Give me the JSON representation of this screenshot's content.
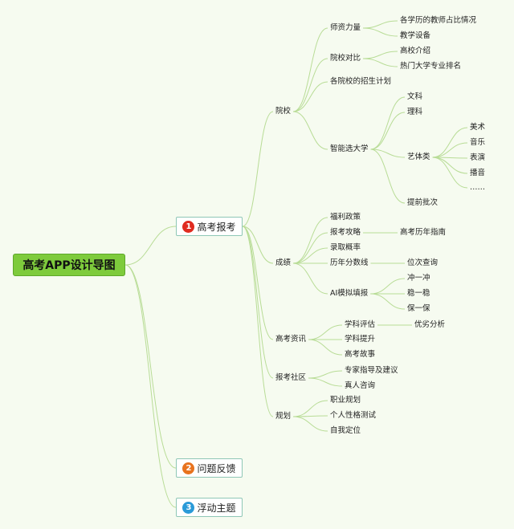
{
  "root": {
    "label": "高考APP设计导图"
  },
  "topics": [
    {
      "badge": "1",
      "label": "高考报考",
      "badge_color": "#e02b20"
    },
    {
      "badge": "2",
      "label": "问题反馈",
      "badge_color": "#e8731e"
    },
    {
      "badge": "3",
      "label": "浮动主题",
      "badge_color": "#2a9ad8"
    }
  ],
  "nodes": {
    "yuanxiao": "院校",
    "shizi": "师资力量",
    "shizi_1": "各学历的教师占比情况",
    "shizi_2": "教学设备",
    "duibi": "院校对比",
    "duibi_1": "高校介绍",
    "duibi_2": "热门大学专业排名",
    "zhaosheng": "各院校的招生计划",
    "zhineng": "智能选大学",
    "wenke": "文科",
    "like": "理科",
    "yiti": "艺体类",
    "meishu": "美术",
    "yinyue": "音乐",
    "biaoyan": "表演",
    "boyin": "播音",
    "ellipsis": "……",
    "tiqian": "提前批次",
    "chengji": "成绩",
    "fuli": "福利政策",
    "gonglue": "报考攻略",
    "gonglue_1": "高考历年指南",
    "luqu": "录取概率",
    "fenshu": "历年分数线",
    "fenshu_1": "位次查询",
    "ai": "AI模拟填报",
    "ai_1": "冲一冲",
    "ai_2": "稳一稳",
    "ai_3": "保一保",
    "zixun": "高考资讯",
    "pinggu": "学科评估",
    "pinggu_1": "优劣分析",
    "tisheng": "学科提升",
    "gushi": "高考故事",
    "shequ": "报考社区",
    "zhuanjia": "专家指导及建议",
    "zhenren": "真人咨询",
    "guihua": "规划",
    "zhiye": "职业规划",
    "xingge": "个人性格测试",
    "dingwei": "自我定位"
  }
}
